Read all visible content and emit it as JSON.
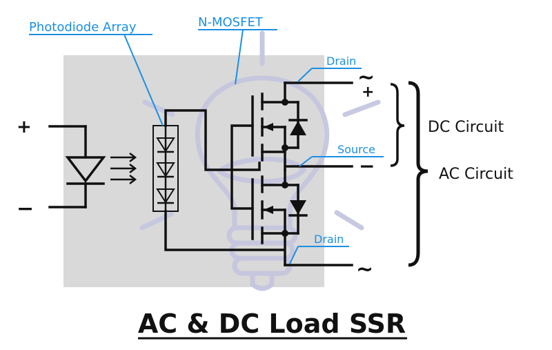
{
  "title": "AC & DC Load SSR",
  "labels": {
    "photodiode_array": "Photodiode Array",
    "n_mosfet": "N-MOSFET",
    "drain_top": "Drain",
    "source": "Source",
    "drain_bottom": "Drain",
    "dc_circuit": "DC Circuit",
    "ac_circuit": "AC Circuit"
  },
  "terminals": {
    "input_plus": "+",
    "input_minus": "−",
    "out_tilde_top": "~",
    "out_plus": "+",
    "out_minus": "−",
    "out_tilde_bottom": "~"
  },
  "colors": {
    "annotation": "#1a8fe3",
    "background_box": "#d9d9d9",
    "bulb_watermark": "#c5c6e0",
    "wire": "#111111"
  },
  "icons": {
    "watermark": "lightbulb-icon"
  }
}
